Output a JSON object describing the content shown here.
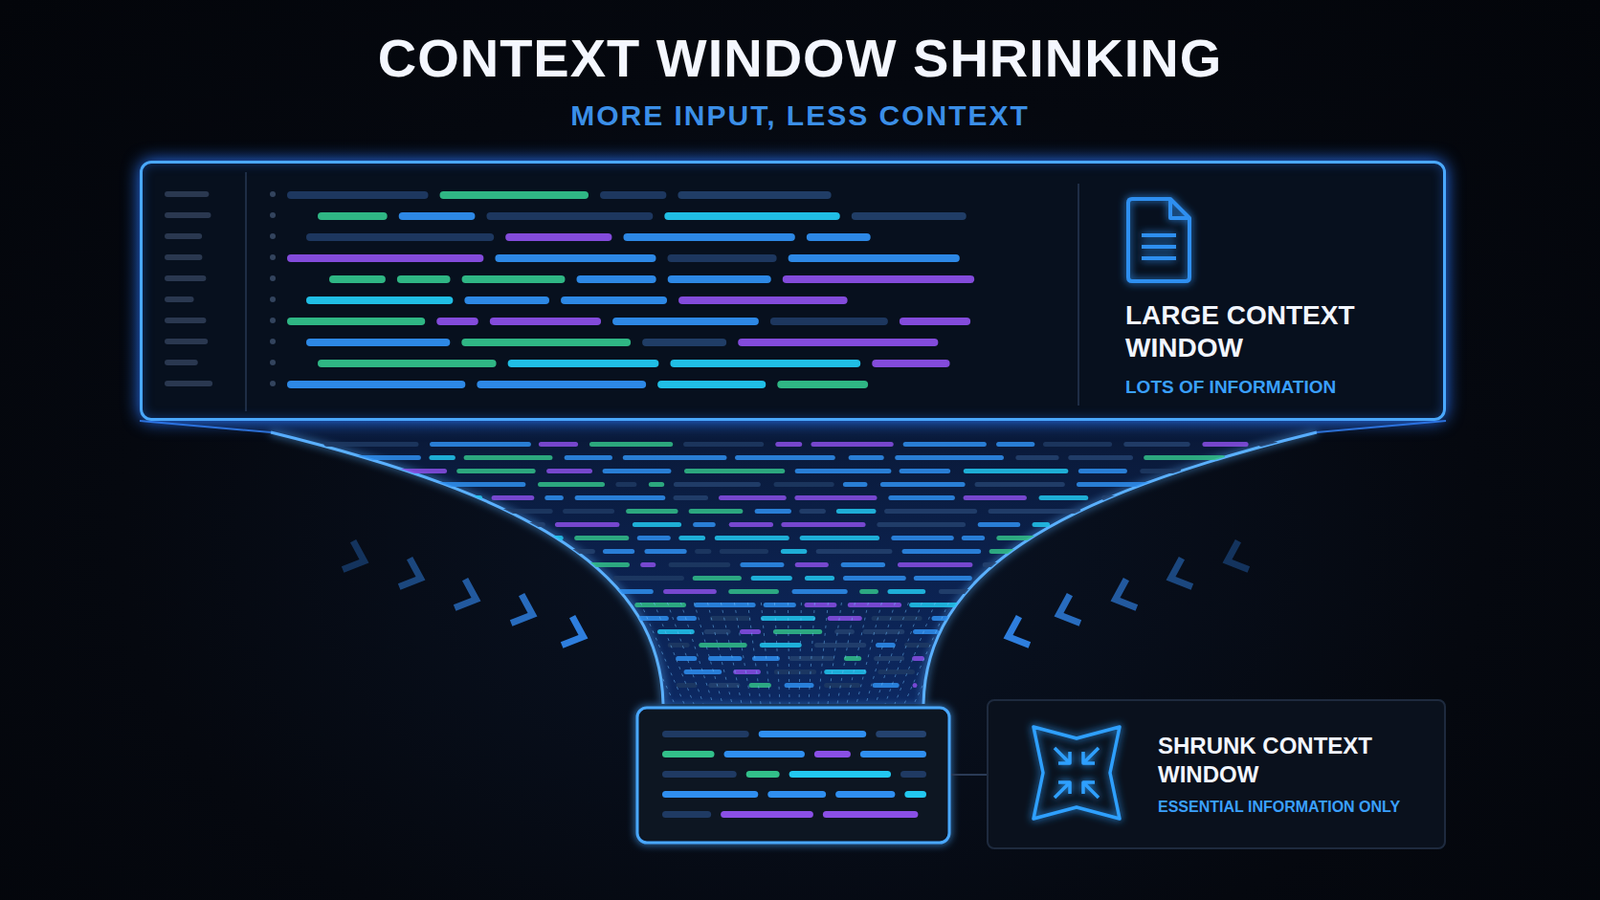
{
  "diagram": {
    "title": "CONTEXT WINDOW SHRINKING",
    "nodes": [
      {
        "text": [
          "LARGE CONTEXT WINDOW",
          "LOTS OF INFORMATION"
        ]
      },
      {
        "text": [
          "SHRUNK CONTEXT WINDOW",
          "ESSENTIAL INFORMATION ONLY"
        ]
      }
    ],
    "labels": [
      "MORE INPUT, LESS CONTEXT"
    ]
  }
}
